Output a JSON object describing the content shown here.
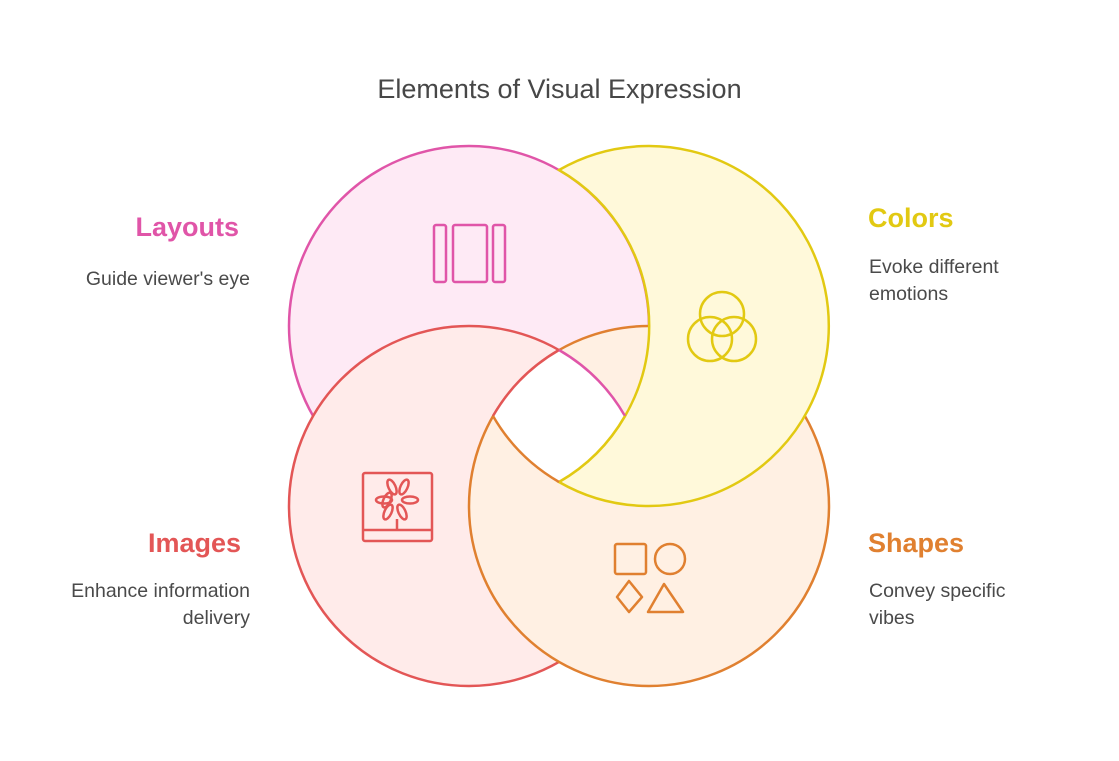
{
  "title": "Elements of Visual Expression",
  "colors": {
    "layouts": {
      "stroke": "#E055A8",
      "fill": "#FEEAF5"
    },
    "colors": {
      "stroke": "#E2C912",
      "fill": "#FFF9DA"
    },
    "images": {
      "stroke": "#E35656",
      "fill": "#FFEBEA"
    },
    "shapes": {
      "stroke": "#E08030",
      "fill": "#FFF0E3"
    }
  },
  "items": [
    {
      "key": "layouts",
      "label": "Layouts",
      "description": "Guide viewer's eye",
      "icon": "columns-layout-icon"
    },
    {
      "key": "colors",
      "label": "Colors",
      "description": "Evoke different emotions",
      "icon": "color-circles-icon"
    },
    {
      "key": "images",
      "label": "Images",
      "description": "Enhance information delivery",
      "icon": "picture-flower-icon"
    },
    {
      "key": "shapes",
      "label": "Shapes",
      "description": "Convey specific vibes",
      "icon": "shapes-icon"
    }
  ]
}
